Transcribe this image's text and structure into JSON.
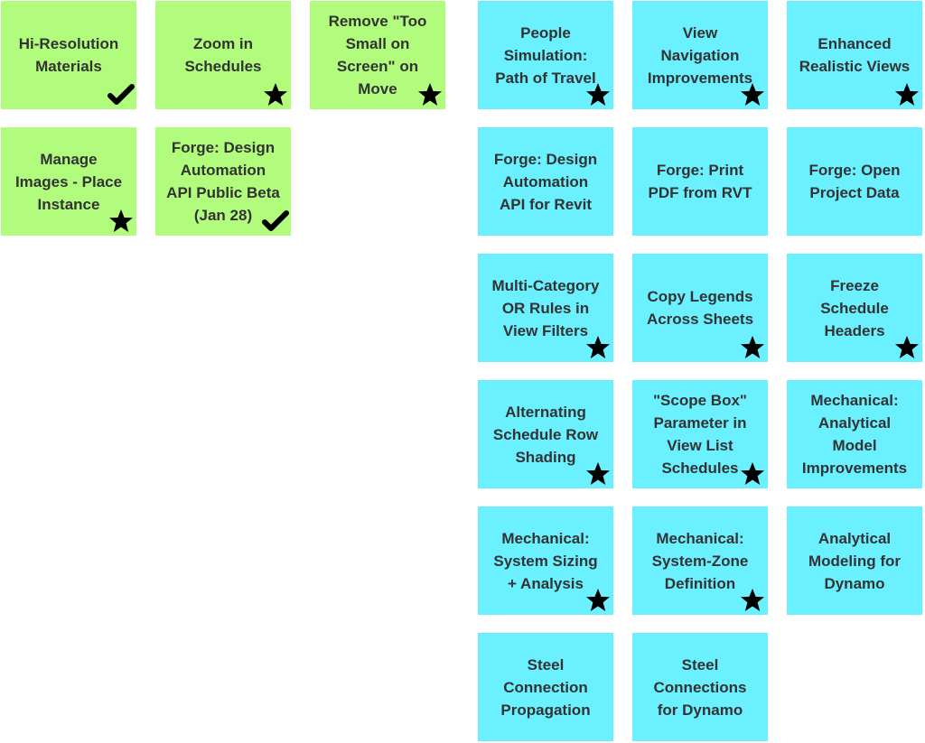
{
  "colors": {
    "green": "#b2fc7d",
    "cyan": "#6af0fe",
    "text": "#333333",
    "icon": "#000000"
  },
  "green_group": [
    {
      "text": "Hi-Resolution\nMaterials",
      "icon": "check-icon"
    },
    {
      "text": "Zoom in\nSchedules",
      "icon": "star-icon"
    },
    {
      "text": "Remove \"Too\nSmall on\nScreen\" on\nMove",
      "icon": "star-icon"
    },
    {
      "text": "Manage\nImages - Place\nInstance",
      "icon": "star-icon"
    },
    {
      "text": "Forge: Design\nAutomation\nAPI Public Beta\n(Jan 28)",
      "icon": "check-icon"
    }
  ],
  "cyan_group": [
    {
      "text": "People\nSimulation:\nPath of Travel",
      "icon": "star-icon"
    },
    {
      "text": "View\nNavigation\nImprovements",
      "icon": "star-icon"
    },
    {
      "text": "Enhanced\nRealistic Views",
      "icon": "star-icon"
    },
    {
      "text": "Forge: Design\nAutomation\nAPI for Revit",
      "icon": "none"
    },
    {
      "text": "Forge: Print\nPDF from RVT",
      "icon": "none"
    },
    {
      "text": "Forge: Open\nProject Data",
      "icon": "none"
    },
    {
      "text": "Multi-Category\nOR Rules in\nView Filters",
      "icon": "star-icon"
    },
    {
      "text": "Copy Legends\nAcross Sheets",
      "icon": "star-icon"
    },
    {
      "text": "Freeze\nSchedule\nHeaders",
      "icon": "star-icon"
    },
    {
      "text": "Alternating\nSchedule Row\nShading",
      "icon": "star-icon"
    },
    {
      "text": "\"Scope Box\"\nParameter in\nView List\nSchedules",
      "icon": "star-icon"
    },
    {
      "text": "Mechanical:\nAnalytical\nModel\nImprovements",
      "icon": "none"
    },
    {
      "text": "Mechanical:\nSystem Sizing\n+ Analysis",
      "icon": "star-icon"
    },
    {
      "text": "Mechanical:\nSystem-Zone\nDefinition",
      "icon": "star-icon"
    },
    {
      "text": "Analytical\nModeling for\nDynamo",
      "icon": "none"
    },
    {
      "text": "Steel\nConnection\nPropagation",
      "icon": "none"
    },
    {
      "text": "Steel\nConnections\nfor Dynamo",
      "icon": "none"
    }
  ]
}
